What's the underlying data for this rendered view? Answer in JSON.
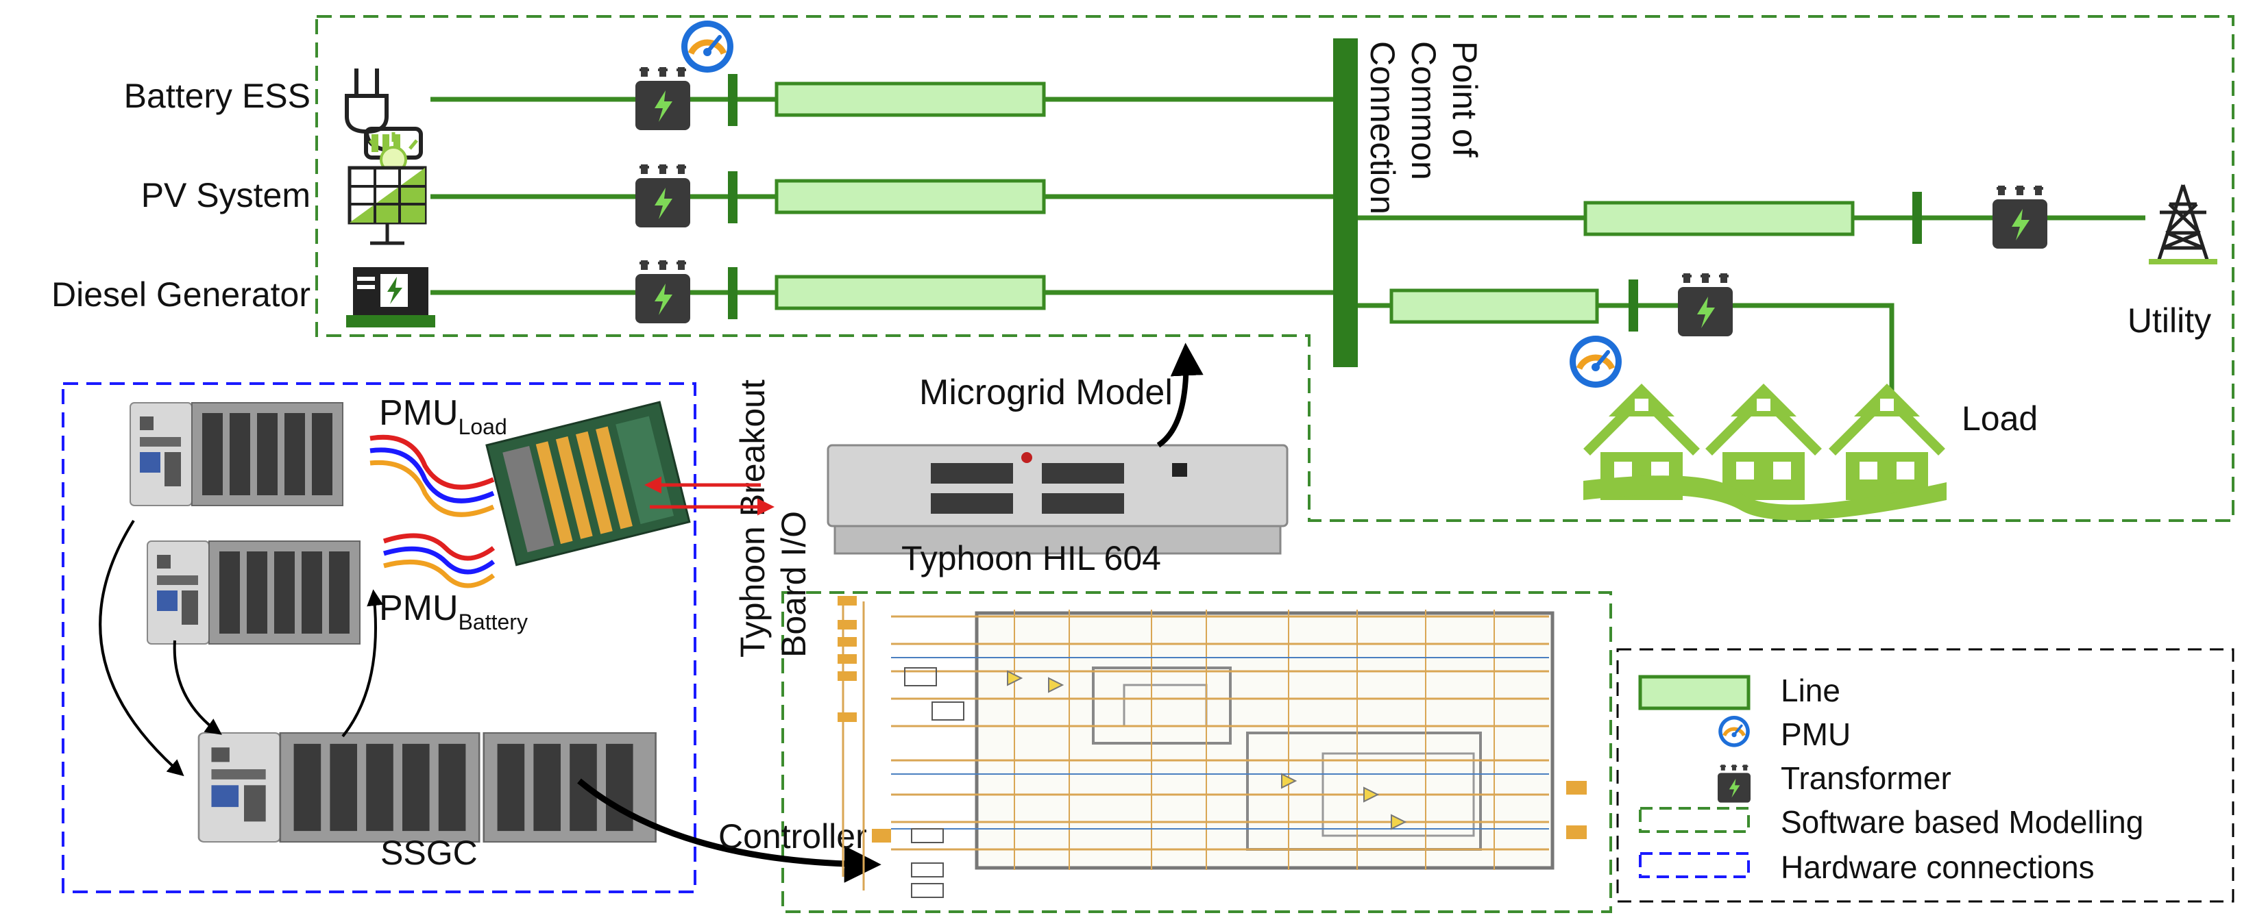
{
  "sources": {
    "battery": "Battery ESS",
    "pv": "PV System",
    "diesel": "Diesel Generator"
  },
  "pcc": {
    "line1": "Point of",
    "line2": "Common",
    "line3": "Connection"
  },
  "utility": "Utility",
  "load": "Load",
  "microgrid_model": "Microgrid Model",
  "typhoon_hil": "Typhoon HIL 604",
  "breakout": {
    "line1": "Typhoon Breakout",
    "line2": "Board I/O"
  },
  "pmu_load": {
    "main": "PMU",
    "sub": "Load"
  },
  "pmu_battery": {
    "main": "PMU",
    "sub": "Battery"
  },
  "ssgc": "SSGC",
  "controller": "Controller",
  "legend": {
    "line": "Line",
    "pmu": "PMU",
    "transformer": "Transformer",
    "software": "Software based Modelling",
    "hardware": "Hardware connections"
  },
  "colors": {
    "green_dark": "#2e7d1e",
    "green_line": "#3a8a22",
    "line_fill": "#c6f2b6",
    "software_border": "#3d8c2f",
    "hardware_border": "#1a1aff",
    "transformer": "#3a3a3a",
    "house": "#8dc63f",
    "pmu_blue": "#1e6fd9",
    "pmu_orange": "#f0a020",
    "signal_red": "#e02020"
  }
}
